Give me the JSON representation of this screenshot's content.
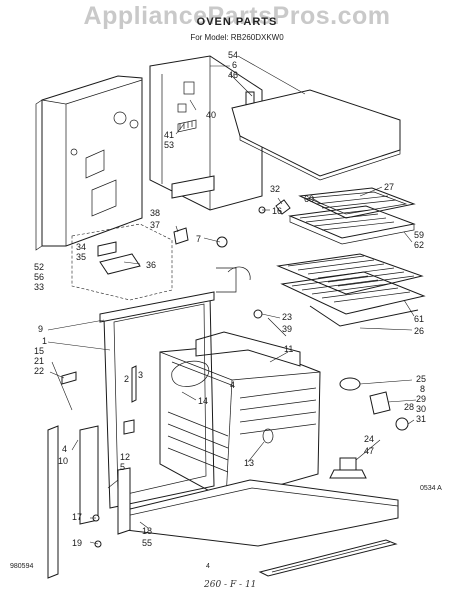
{
  "watermark": "AppliancePartsPros.com",
  "title": "OVEN PARTS",
  "model_line": "For Model: RB260DXKW0",
  "footer": {
    "left_code": "980594",
    "center_page": "4",
    "handwritten": "260 - F - 11",
    "right_code": "0534 A"
  },
  "callouts": [
    {
      "id": "54",
      "text": "54"
    },
    {
      "id": "6",
      "text": "6"
    },
    {
      "id": "46",
      "text": "46"
    },
    {
      "id": "40",
      "text": "40"
    },
    {
      "id": "41",
      "text": "41"
    },
    {
      "id": "53",
      "text": "53"
    },
    {
      "id": "32",
      "text": "32"
    },
    {
      "id": "16",
      "text": "16"
    },
    {
      "id": "60",
      "text": "60"
    },
    {
      "id": "27",
      "text": "27"
    },
    {
      "id": "38",
      "text": "38"
    },
    {
      "id": "37",
      "text": "37"
    },
    {
      "id": "7",
      "text": "7"
    },
    {
      "id": "34",
      "text": "34"
    },
    {
      "id": "35",
      "text": "35"
    },
    {
      "id": "36",
      "text": "36"
    },
    {
      "id": "52",
      "text": "52"
    },
    {
      "id": "56",
      "text": "56"
    },
    {
      "id": "33",
      "text": "33"
    },
    {
      "id": "59",
      "text": "59"
    },
    {
      "id": "62",
      "text": "62"
    },
    {
      "id": "61",
      "text": "61"
    },
    {
      "id": "26",
      "text": "26"
    },
    {
      "id": "9",
      "text": "9"
    },
    {
      "id": "1",
      "text": "1"
    },
    {
      "id": "15",
      "text": "15"
    },
    {
      "id": "21",
      "text": "21"
    },
    {
      "id": "22",
      "text": "22"
    },
    {
      "id": "23",
      "text": "23"
    },
    {
      "id": "39",
      "text": "39"
    },
    {
      "id": "11",
      "text": "11"
    },
    {
      "id": "25",
      "text": "25"
    },
    {
      "id": "8",
      "text": "8"
    },
    {
      "id": "29",
      "text": "29"
    },
    {
      "id": "30",
      "text": "30"
    },
    {
      "id": "31",
      "text": "31"
    },
    {
      "id": "24",
      "text": "24"
    },
    {
      "id": "47",
      "text": "47"
    },
    {
      "id": "2",
      "text": "2"
    },
    {
      "id": "3",
      "text": "3"
    },
    {
      "id": "14",
      "text": "14"
    },
    {
      "id": "13",
      "text": "13"
    },
    {
      "id": "4a",
      "text": "4"
    },
    {
      "id": "4b",
      "text": "4"
    },
    {
      "id": "10",
      "text": "10"
    },
    {
      "id": "12",
      "text": "12"
    },
    {
      "id": "5",
      "text": "5"
    },
    {
      "id": "28",
      "text": "28"
    },
    {
      "id": "17",
      "text": "17"
    },
    {
      "id": "19",
      "text": "19"
    },
    {
      "id": "18",
      "text": "18"
    },
    {
      "id": "55",
      "text": "55"
    }
  ]
}
